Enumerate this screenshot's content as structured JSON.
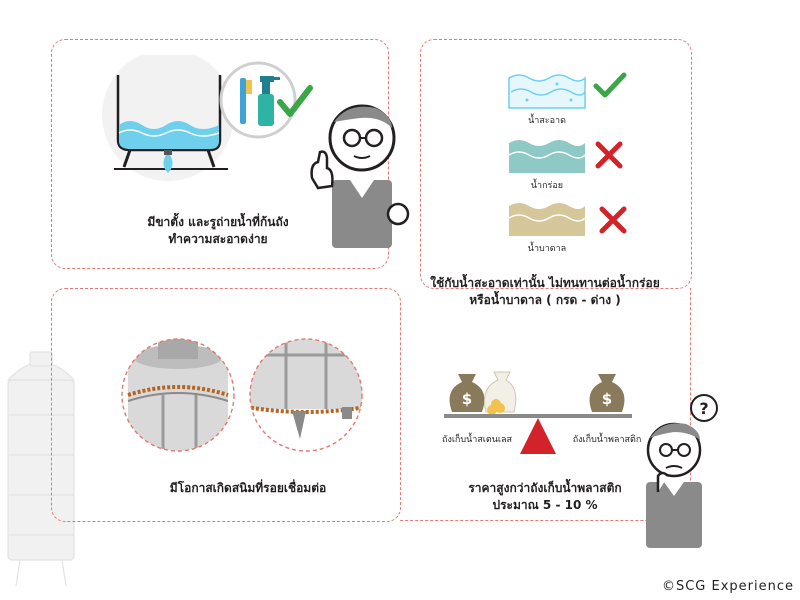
{
  "panels": {
    "tank_cleaning": {
      "caption_line1": "มีขาตั้ง และรูถ่ายน้ำที่ก้นถัง",
      "caption_line2": "ทำความสะอาดง่าย"
    },
    "water_types": {
      "clean_label": "น้ำสะอาด",
      "acidic_label": "น้ำกร่อย",
      "groundwater_label": "น้ำบาดาล",
      "caption_line1": "ใช้กับน้ำสะอาดเท่านั้น ไม่ทนทานต่อน้ำกร่อย",
      "caption_line2": "หรือน้ำบาดาล ( กรด - ด่าง )"
    },
    "welding_rust": {
      "caption": "มีโอกาสเกิดสนิมที่รอยเชื่อมต่อ"
    },
    "price": {
      "stainless_label": "ถังเก็บน้ำสเตนเลส",
      "plastic_label": "ถังเก็บน้ำพลาสติก",
      "caption_line1": "ราคาสูงกว่าถังเก็บน้ำพลาสติก",
      "caption_line2": "ประมาณ 5 - 10 %",
      "dollar_symbol": "$",
      "question_mark": "?"
    }
  },
  "copyright": "©SCG Experience",
  "colors": {
    "dashed_border": "#e07a72",
    "water_clean": "#6fd0ee",
    "water_acidic": "#8fc9c6",
    "water_groundwater": "#d6c79a",
    "check_green": "#3aa648",
    "cross_red": "#d2232a",
    "rust": "#b5651d",
    "gray_body": "#8a8a8a"
  },
  "icons": [
    "check-icon",
    "cross-icon",
    "dollar-bag-icon",
    "question-icon",
    "spray-bottle-icon",
    "brush-icon"
  ]
}
